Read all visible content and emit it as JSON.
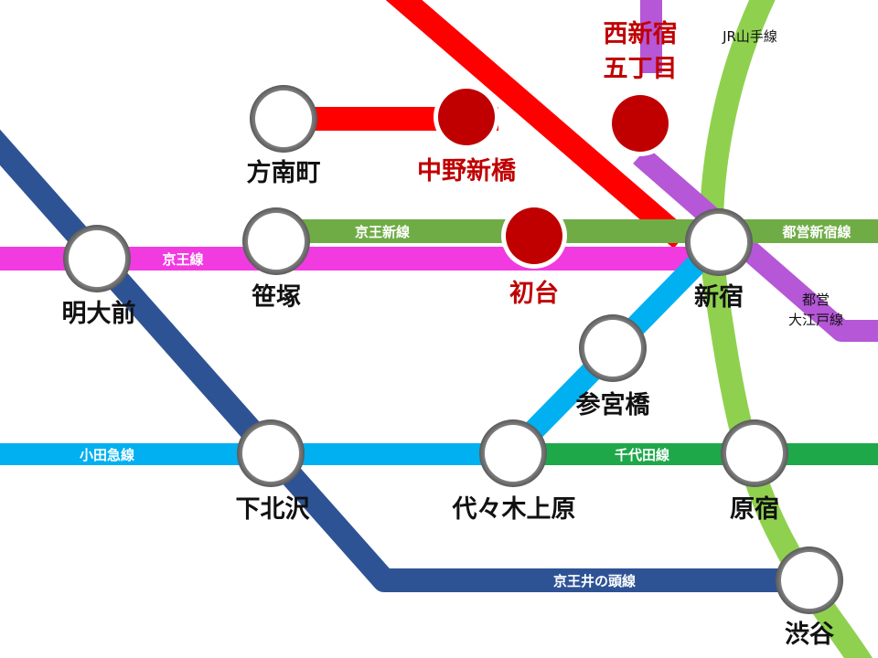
{
  "colors": {
    "keio_new_line": "#6fac46",
    "keio_line": "#f13be0",
    "odakyu": "#00b0f0",
    "chiyoda": "#1fa84a",
    "inokashira": "#2e5395",
    "yamanote": "#8fd14f",
    "oedo": "#b557d6",
    "marunouchi": "#ff0000",
    "shinjuku_line": "#6fac46",
    "highlight_station": "#c00000"
  },
  "lines": {
    "keio_new_line": "京王新線",
    "keio_line": "京王線",
    "odakyu": "小田急線",
    "chiyoda": "千代田線",
    "inokashira": "京王井の頭線",
    "yamanote": "JR山手線",
    "toei_shinjuku": "都営新宿線",
    "toei_oedo_1": "都営",
    "toei_oedo_2": "大江戸線"
  },
  "stations": {
    "honancho": "方南町",
    "nakano_shimbashi": "中野新橋",
    "nishi_shinjuku_1": "西新宿",
    "nishi_shinjuku_2": "五丁目",
    "hatsudai": "初台",
    "sasazuka": "笹塚",
    "meidaimae": "明大前",
    "shinjuku": "新宿",
    "sangubashi": "参宮橋",
    "shimokitazawa": "下北沢",
    "yoyogi_uehara": "代々木上原",
    "harajuku": "原宿",
    "shibuya": "渋谷"
  }
}
